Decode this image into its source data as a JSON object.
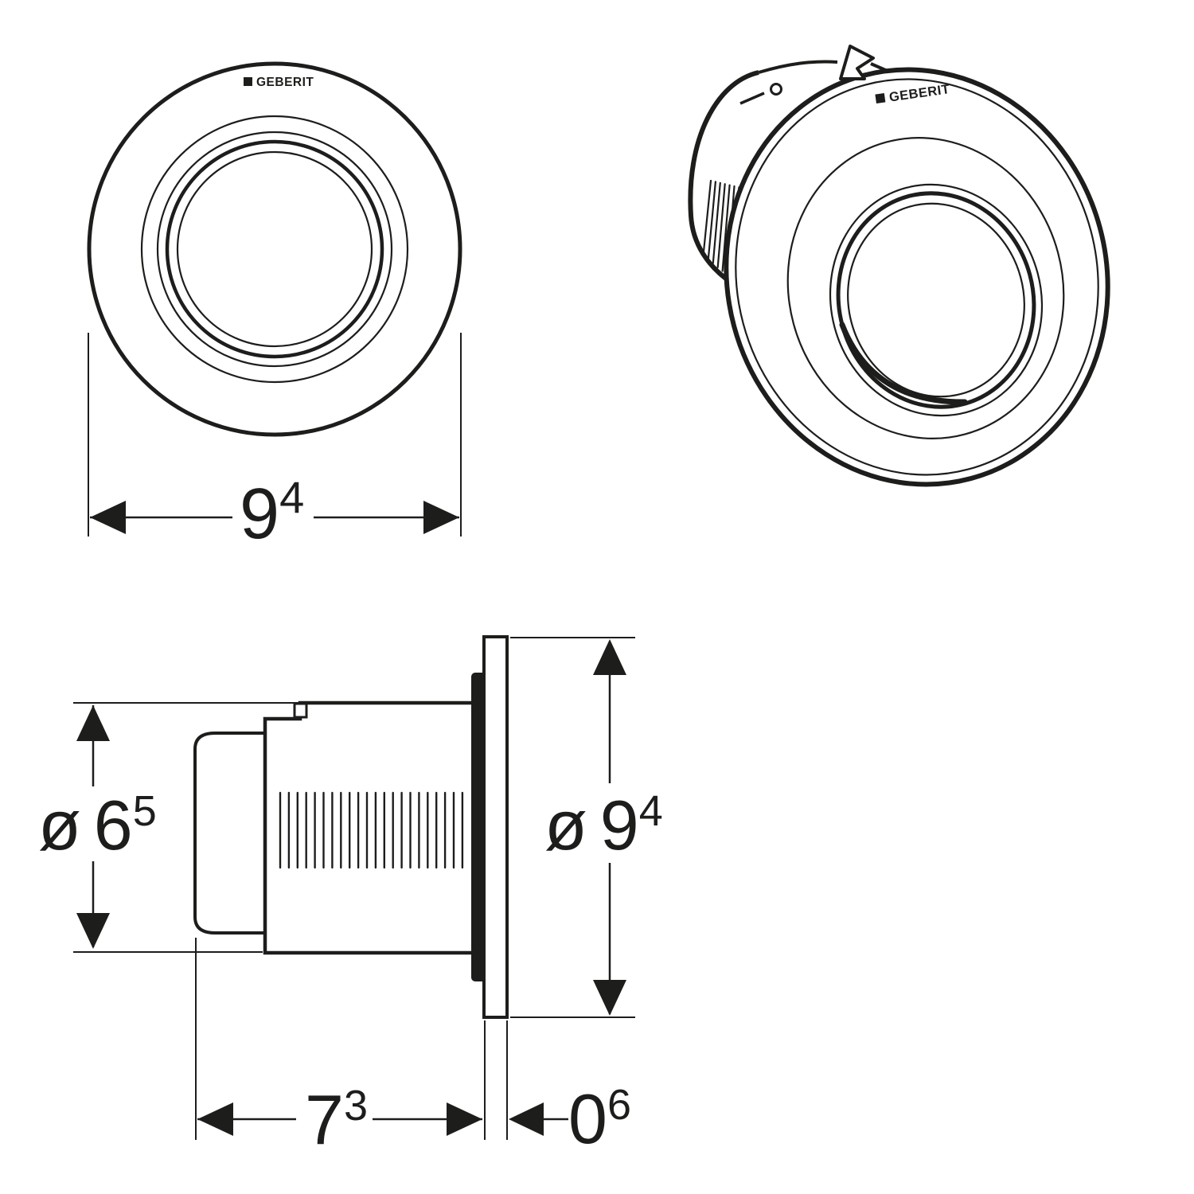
{
  "brand": {
    "logo_text": "GEBERIT"
  },
  "dimensions": {
    "front_plate_width": {
      "main": "9",
      "sup": "4"
    },
    "button_diameter": {
      "sym": "ø",
      "main": "6",
      "sup": "5"
    },
    "plate_diameter": {
      "sym": "ø",
      "main": "9",
      "sup": "4"
    },
    "body_depth": {
      "main": "7",
      "sup": "3"
    },
    "plate_thickness": {
      "main": "0",
      "sup": "6"
    }
  },
  "colors": {
    "line": "#1d1d1b",
    "background": "#ffffff"
  }
}
